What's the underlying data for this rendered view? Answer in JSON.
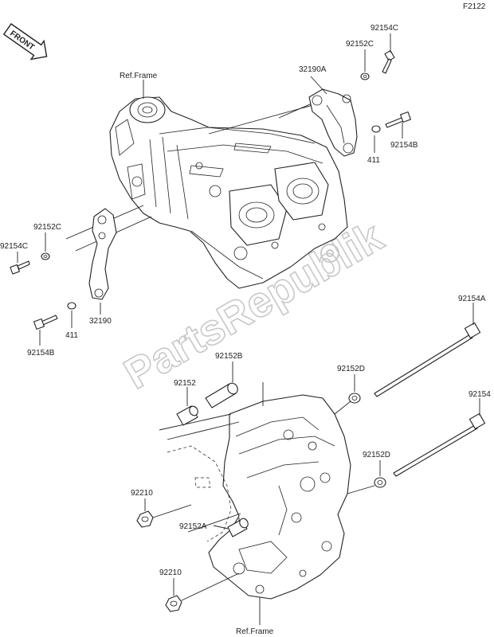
{
  "diagram_code": "F2122",
  "front_badge": "FRONT",
  "watermark": "PartsRepublik",
  "callouts": {
    "ref_frame_top": "Ref.Frame",
    "ref_frame_bottom": "Ref.Frame",
    "p32190A": "32190A",
    "p32190": "32190",
    "p92152C_top": "92152C",
    "p92154C_top": "92154C",
    "p92154B_right": "92154B",
    "p411_right": "411",
    "p92152C_left": "92152C",
    "p92154C_left": "92154C",
    "p92154B_left": "92154B",
    "p411_left": "411",
    "p92154A": "92154A",
    "p92154": "92154",
    "p92152D_top": "92152D",
    "p92152D_bottom": "92152D",
    "p92152B": "92152B",
    "p92152": "92152",
    "p92152A": "92152A",
    "p92210_top": "92210",
    "p92210_bottom": "92210"
  }
}
